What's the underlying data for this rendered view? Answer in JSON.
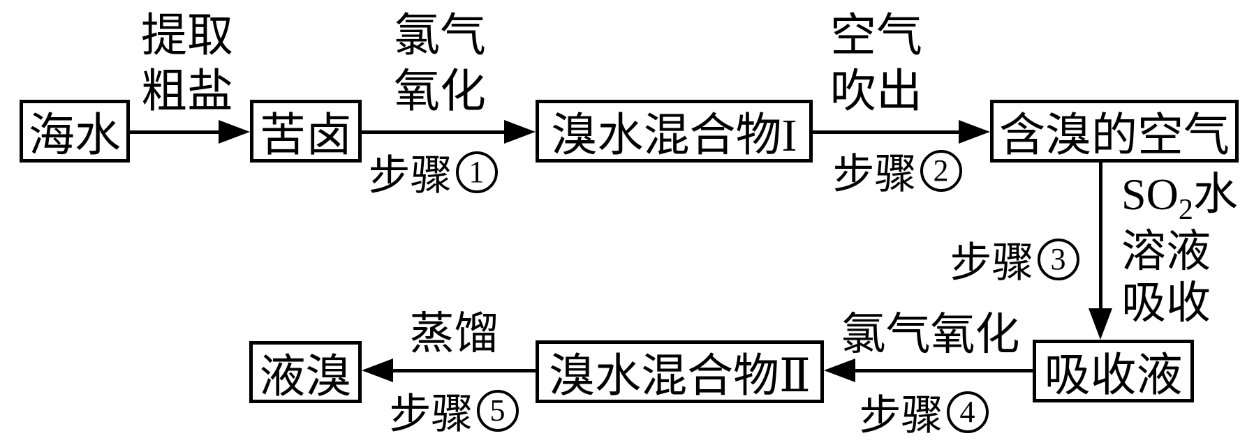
{
  "flowchart": {
    "nodes": {
      "seawater": "海水",
      "bittern": "苦卤",
      "mixture1": "溴水混合物I",
      "bromine_air": "含溴的空气",
      "absorption_liquid": "吸收液",
      "mixture2": "溴水混合物Ⅱ",
      "liquid_bromine": "液溴"
    },
    "edges": {
      "edge1": {
        "line1": "提取",
        "line2": "粗盐"
      },
      "edge2": {
        "line1": "氯气",
        "line2": "氧化"
      },
      "edge3": {
        "line1": "空气",
        "line2": "吹出"
      },
      "edge4": {
        "line1_pre": "SO",
        "line1_sub": "2",
        "line1_post": "水",
        "line2": "溶液",
        "line3": "吸收"
      },
      "edge5": {
        "line1": "氯气氧化"
      },
      "edge6": {
        "line1": "蒸馏"
      }
    },
    "steps": {
      "step1": {
        "word": "步骤",
        "num": "1"
      },
      "step2": {
        "word": "步骤",
        "num": "2"
      },
      "step3": {
        "word": "步骤",
        "num": "3"
      },
      "step4": {
        "word": "步骤",
        "num": "4"
      },
      "step5": {
        "word": "步骤",
        "num": "5"
      }
    },
    "colors": {
      "ink": "#000000",
      "background": "#ffffff"
    }
  }
}
